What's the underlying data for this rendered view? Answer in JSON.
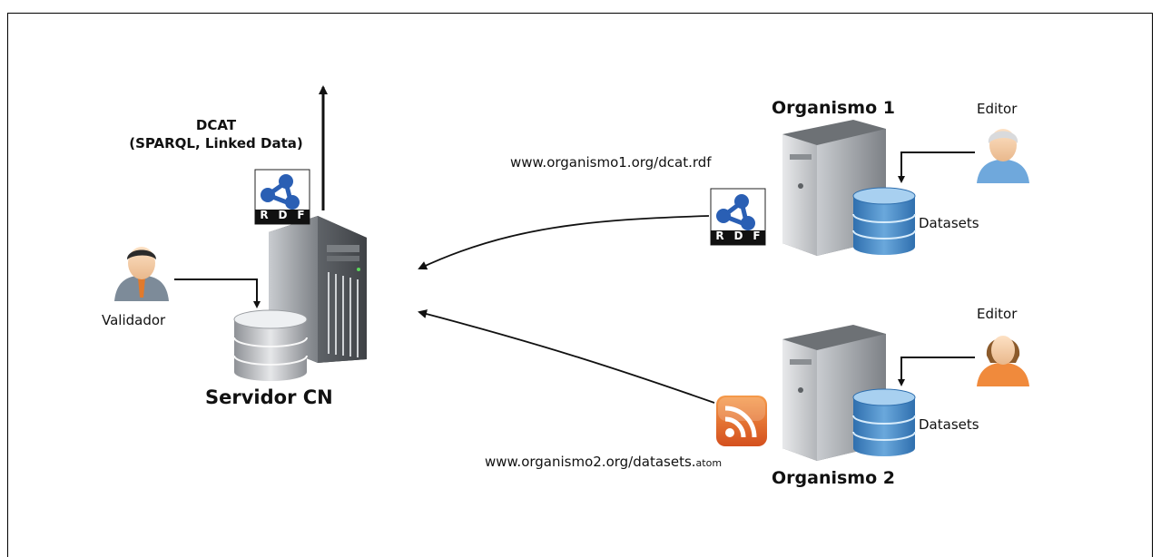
{
  "central": {
    "title": "Servidor CN",
    "output_label_1": "DCAT",
    "output_label_2": "(SPARQL, Linked Data)",
    "validator_label": "Validador"
  },
  "org1": {
    "title": "Organismo 1",
    "url": "www.organismo1.org/dcat.rdf",
    "editor_label": "Editor",
    "datasets_label": "Datasets"
  },
  "org2": {
    "title": "Organismo 2",
    "url_main": "www.organismo2.org/datasets.",
    "url_ext": "atom",
    "editor_label": "Editor",
    "datasets_label": "Datasets"
  },
  "rdf_badge_text": [
    "R",
    "D",
    "F"
  ],
  "colors": {
    "rdf_blue": "#2a5fb4",
    "db_blue": "#3d86c6",
    "rss_orange": "#e0622a",
    "server_gray": "#9a9ea3"
  }
}
